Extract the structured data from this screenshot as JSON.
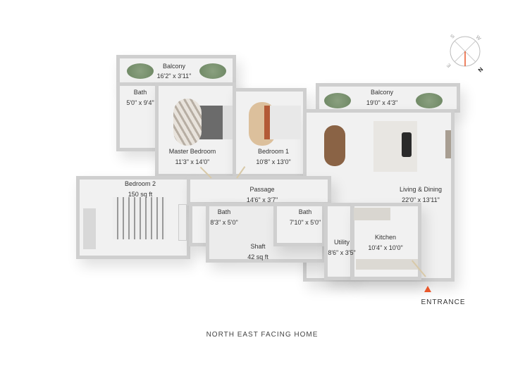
{
  "rooms": [
    {
      "name": "Balcony",
      "size": "16'2\" x 3'11\""
    },
    {
      "name": "Bath",
      "size": "5'0\" x 9'4\""
    },
    {
      "name": "Master Bedroom",
      "size": "11'3\" x 14'0\""
    },
    {
      "name": "Bedroom 1",
      "size": "10'8\" x 13'0\""
    },
    {
      "name": "Balcony",
      "size": "19'0\" x 4'3\""
    },
    {
      "name": "Bedroom 2",
      "size": "150 sq ft"
    },
    {
      "name": "Passage",
      "size": "14'6\" x 3'7\""
    },
    {
      "name": "Living & Dining",
      "size": "22'0\" x 13'11\""
    },
    {
      "name": "Bath",
      "size": "8'3\" x 5'0\""
    },
    {
      "name": "Bath",
      "size": "7'10\" x 5'0\""
    },
    {
      "name": "Shaft",
      "size": "42 sq ft"
    },
    {
      "name": "Utility",
      "size": "8'6\" x 3'5\""
    },
    {
      "name": "Kitchen",
      "size": "10'4\" x 10'0\""
    }
  ],
  "entrance_label": "ENTRANCE",
  "compass": {
    "labels": [
      "S",
      "W",
      "E",
      "N"
    ],
    "accent": "#e8572a"
  },
  "footer_title": "NORTH EAST FACING HOME"
}
